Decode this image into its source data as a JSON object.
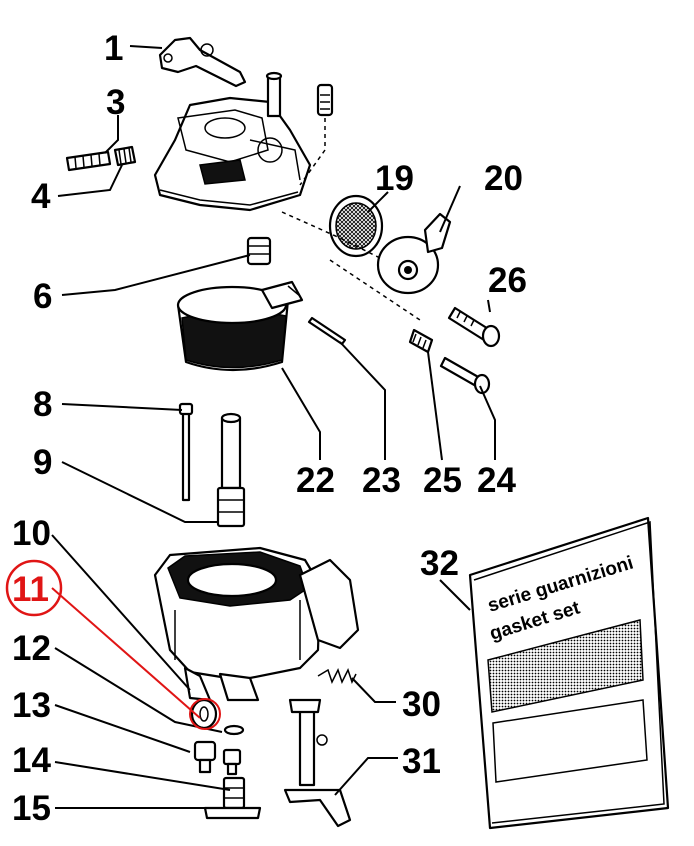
{
  "labels": {
    "p1": "1",
    "p3": "3",
    "p4": "4",
    "p6": "6",
    "p8": "8",
    "p9": "9",
    "p10": "10",
    "p11": "11",
    "p12": "12",
    "p13": "13",
    "p14": "14",
    "p15": "15",
    "p19": "19",
    "p20": "20",
    "p22": "22",
    "p23": "23",
    "p24": "24",
    "p25": "25",
    "p26": "26",
    "p30": "30",
    "p31": "31",
    "p32": "32"
  },
  "gasket_box": {
    "line1": "serie guarnizioni",
    "line2": "gasket set"
  },
  "colors": {
    "highlight": "#e01515",
    "ink": "#000000",
    "background": "#ffffff"
  }
}
